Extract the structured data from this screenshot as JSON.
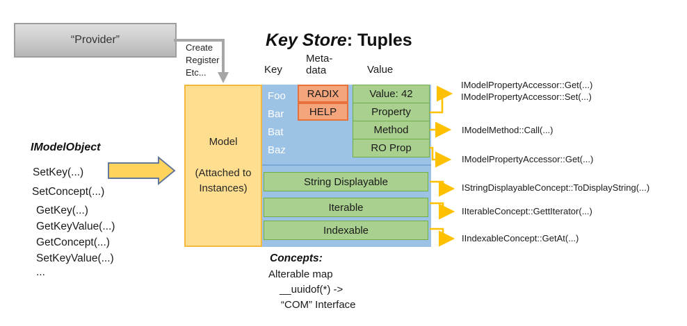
{
  "provider": {
    "label": "“Provider”",
    "note_lines": [
      "Create",
      "Register",
      "Etc..."
    ]
  },
  "title": {
    "italic_part": "Key Store",
    "separator": ": ",
    "bold_part": "Tuples"
  },
  "column_headers": {
    "key": "Key",
    "meta_line1": "Meta-",
    "meta_line2": "data",
    "value": "Value"
  },
  "model_box": {
    "title": "Model",
    "subtitle_line1": "(Attached to",
    "subtitle_line2": "Instances)"
  },
  "keys": [
    "Foo",
    "Bar",
    "Bat",
    "Baz"
  ],
  "metadata": [
    "RADIX",
    "HELP"
  ],
  "values": [
    "Value: 42",
    "Property",
    "Method",
    "RO Prop"
  ],
  "concept_rows": [
    "String Displayable",
    "Iterable",
    "Indexable"
  ],
  "callouts": [
    "IModelPropertyAccessor::Get(...)",
    "IModelPropertyAccessor::Set(...)",
    "IModelMethod::Call(...)",
    "IModelPropertyAccessor::Get(...)",
    "IStringDisplayableConcept::ToDisplayString(...)",
    "IIterableConcept::GettIterator(...)",
    "IIndexableConcept::GetAt(...)"
  ],
  "left_panel": {
    "heading": "IModelObject",
    "methods": [
      "SetKey(...)",
      "SetConcept(...)",
      "GetKey(...)",
      "GetKeyValue(...)",
      "GetConcept(...)",
      "SetKeyValue(...)",
      "..."
    ]
  },
  "concepts_note": {
    "heading": "Concepts:",
    "lines": [
      "Alterable map",
      "__uuidof(*) ->",
      "“COM” Interface"
    ]
  },
  "colors": {
    "model_fill": "#FFDE8F",
    "model_border": "#F2B83F",
    "table_blue": "#9CC3E5",
    "green_fill": "#A9D08E",
    "green_border": "#6FAD47",
    "meta_orange_fill": "#F4A57C",
    "meta_orange_border": "#E8703A",
    "arrow_gold": "#FFC000",
    "provider_gray": "#C8C8C8",
    "gray_arrow": "#A6A6A6"
  }
}
